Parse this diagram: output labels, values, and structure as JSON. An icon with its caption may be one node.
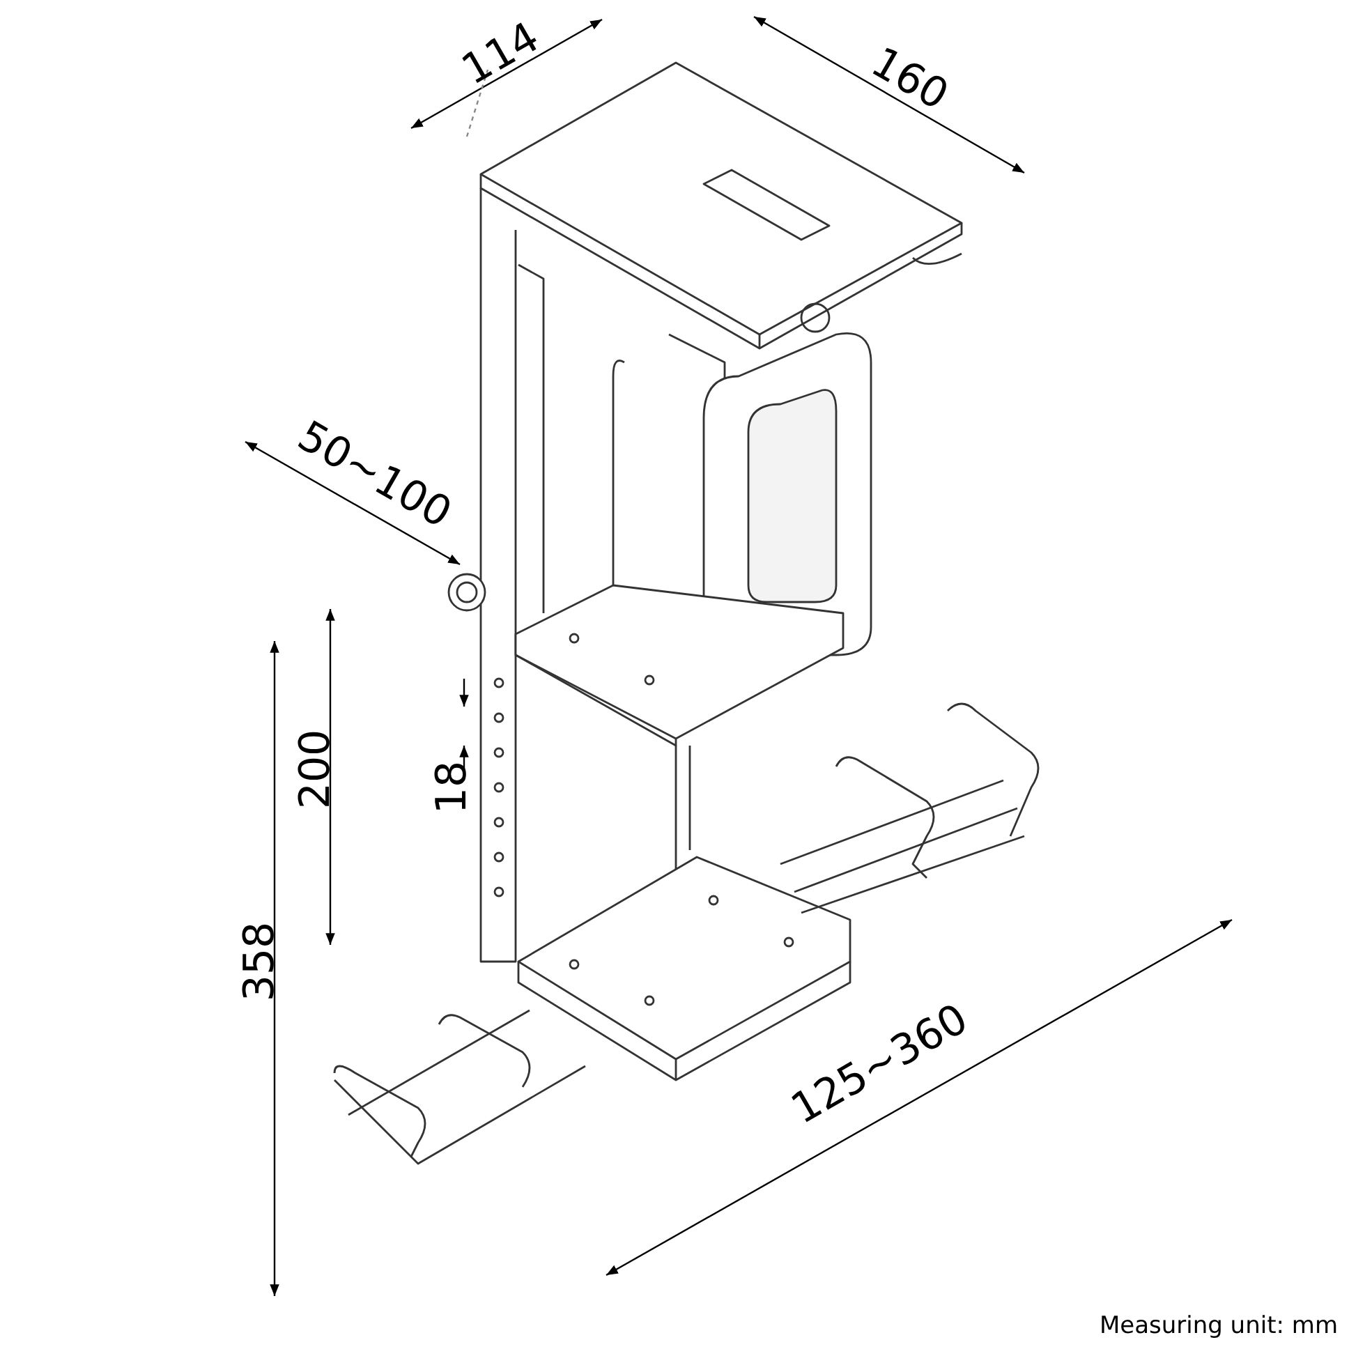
{
  "diagram": {
    "labels": [
      "114",
      "160",
      "50~100",
      "200",
      "18",
      "358",
      "125~360",
      "Measuring unit: mm"
    ]
  }
}
